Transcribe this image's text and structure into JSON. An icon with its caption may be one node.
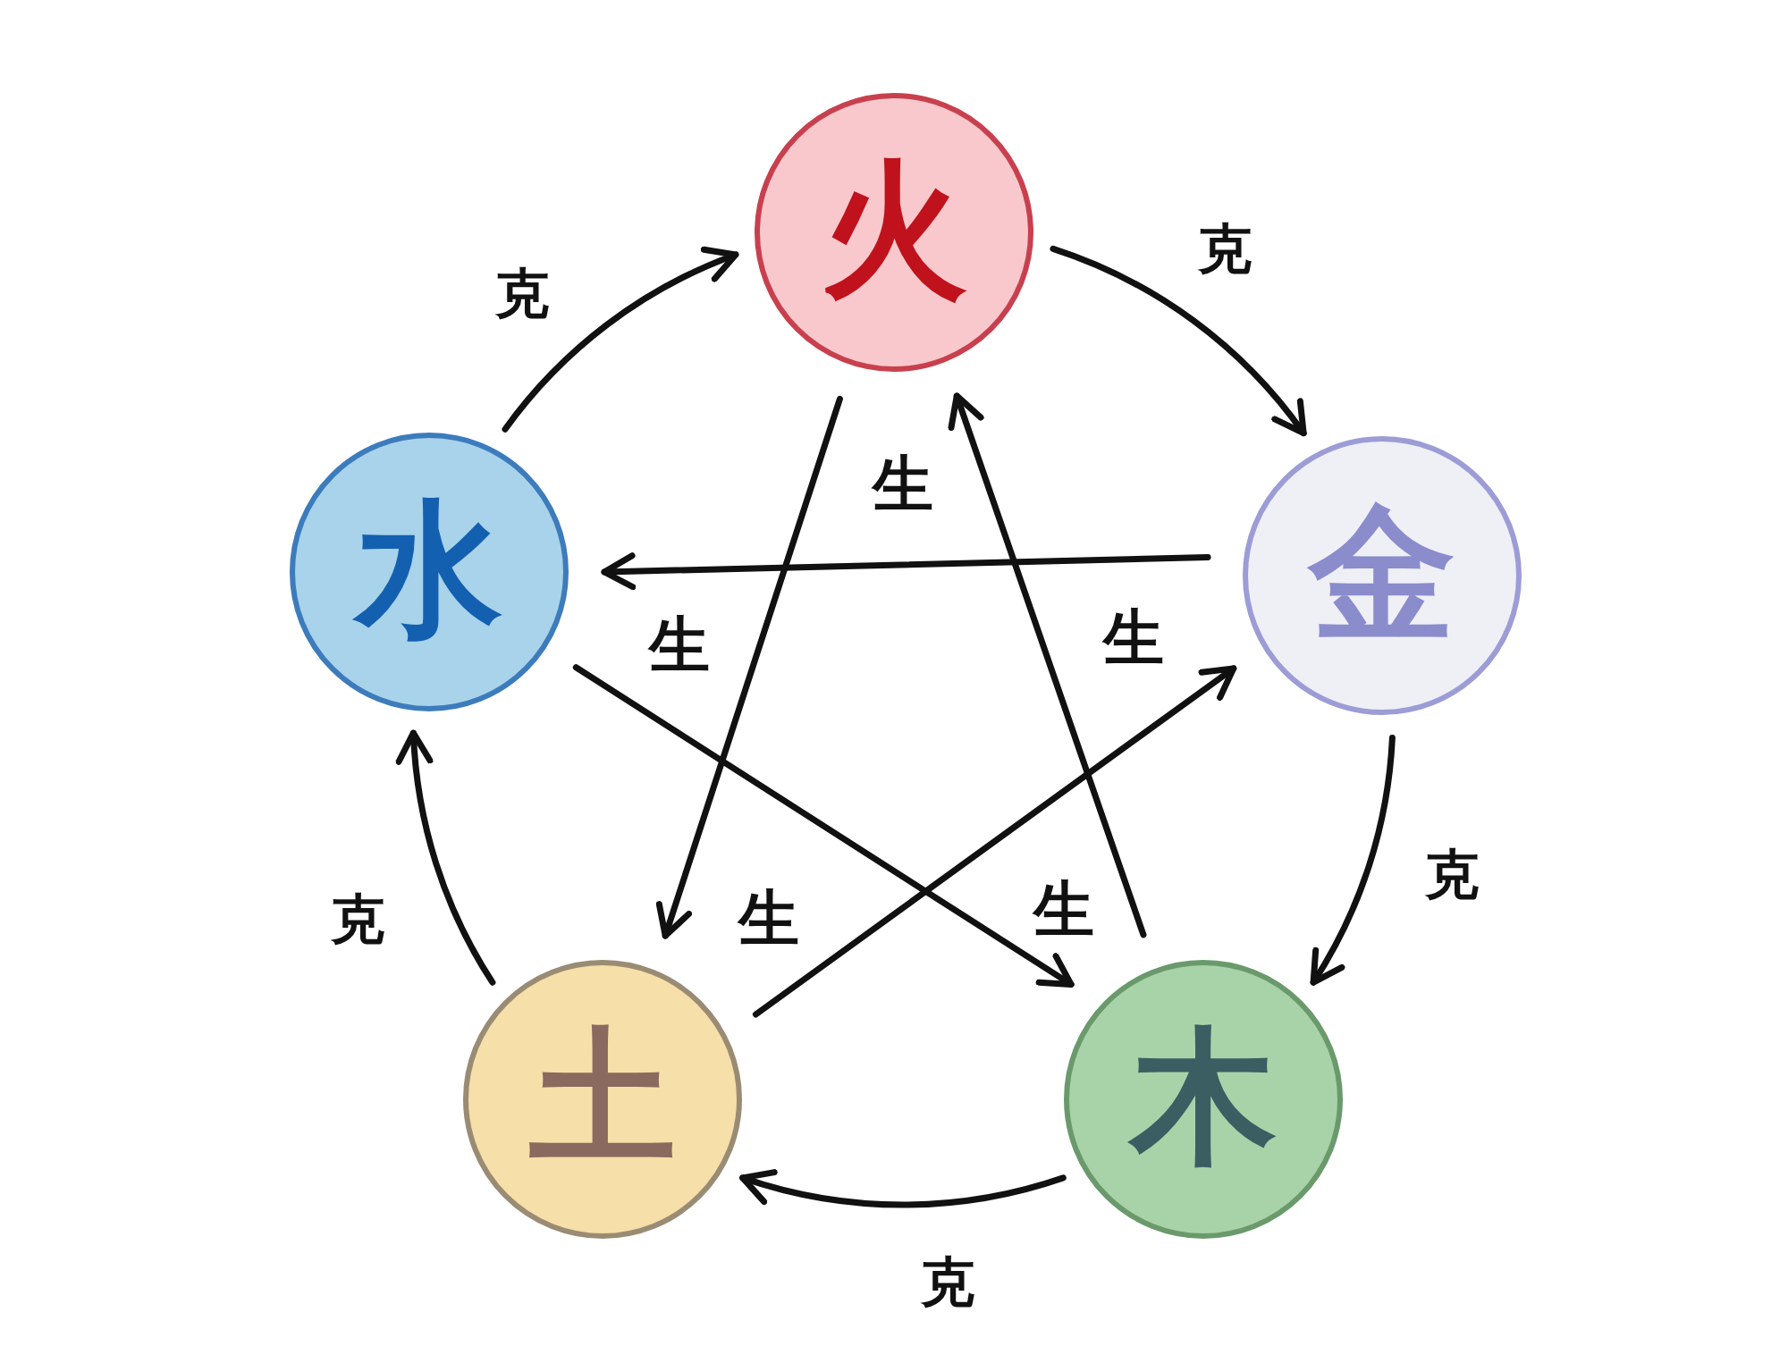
{
  "diagram": {
    "nodes": [
      {
        "text": [
          "火"
        ]
      },
      {
        "text": [
          "水"
        ]
      },
      {
        "text": [
          "金"
        ]
      },
      {
        "text": [
          "土"
        ]
      },
      {
        "text": [
          "木"
        ]
      }
    ],
    "edges": [
      {
        "from": 0,
        "to": 2,
        "arrow": "to",
        "label": "克"
      },
      {
        "from": 2,
        "to": 4,
        "arrow": "to",
        "label": "克"
      },
      {
        "from": 4,
        "to": 3,
        "arrow": "to",
        "label": "克"
      },
      {
        "from": 3,
        "to": 1,
        "arrow": "to",
        "label": "克"
      },
      {
        "from": 1,
        "to": 0,
        "arrow": "to",
        "label": "克"
      },
      {
        "from": 2,
        "to": 1,
        "arrow": "to",
        "label": "生"
      },
      {
        "from": 1,
        "to": 4,
        "arrow": "to",
        "label": "生"
      },
      {
        "from": 0,
        "to": 3,
        "arrow": "to",
        "label": "生"
      },
      {
        "from": 4,
        "to": 0,
        "arrow": "to",
        "label": "生"
      },
      {
        "from": 3,
        "to": 2,
        "arrow": "to",
        "label": "生"
      }
    ]
  }
}
